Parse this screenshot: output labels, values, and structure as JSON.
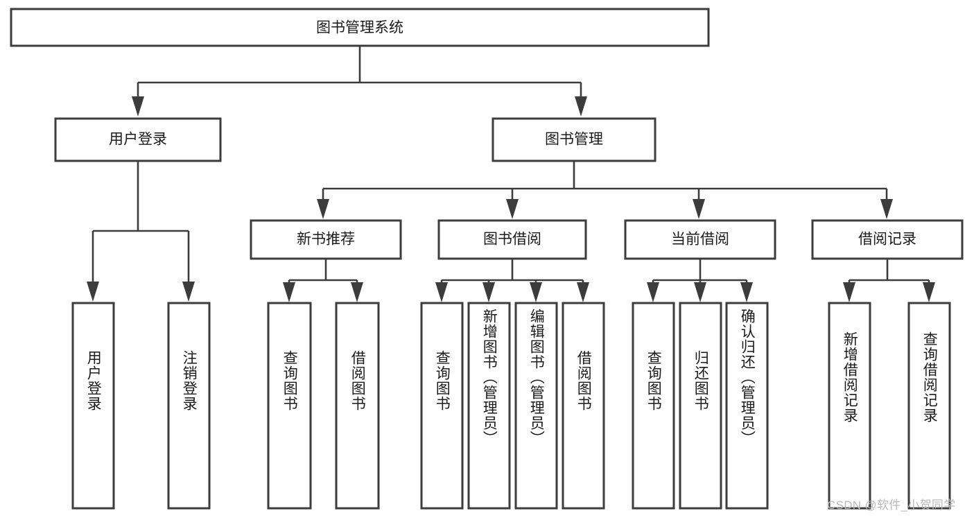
{
  "diagram": {
    "title": "图书管理系统",
    "watermark": "CSDN @软件_小贺同学",
    "colors": {
      "stroke": "#3c3c3c",
      "fill": "#ffffff",
      "text": "#1a1a1a",
      "watermark": "#b9b9b9"
    },
    "root": {
      "label": "图书管理系统"
    },
    "level2": [
      {
        "label": "用户登录"
      },
      {
        "label": "图书管理"
      }
    ],
    "level3": [
      {
        "label": "新书推荐"
      },
      {
        "label": "图书借阅"
      },
      {
        "label": "当前借阅"
      },
      {
        "label": "借阅记录"
      }
    ],
    "leaves": {
      "user_login": [
        {
          "label": "用户登录"
        },
        {
          "label": "注销登录"
        }
      ],
      "new_book_recommend": [
        {
          "label": "查询图书"
        },
        {
          "label": "借阅图书"
        }
      ],
      "book_borrow": [
        {
          "label": "查询图书"
        },
        {
          "label": "新增图书（管理员）"
        },
        {
          "label": "编辑图书（管理员）"
        },
        {
          "label": "借阅图书"
        }
      ],
      "current_borrow": [
        {
          "label": "查询图书"
        },
        {
          "label": "归还图书"
        },
        {
          "label": "确认归还（管理员）"
        }
      ],
      "borrow_records": [
        {
          "label": "新增借阅记录"
        },
        {
          "label": "查询借阅记录"
        }
      ]
    }
  },
  "chart_data": {
    "type": "table",
    "title": "图书管理系统",
    "nodes": [
      {
        "id": "root",
        "label": "图书管理系统",
        "level": 0,
        "parent": null
      },
      {
        "id": "user-login",
        "label": "用户登录",
        "level": 1,
        "parent": "root"
      },
      {
        "id": "book-manage",
        "label": "图书管理",
        "level": 1,
        "parent": "root"
      },
      {
        "id": "new-book",
        "label": "新书推荐",
        "level": 2,
        "parent": "book-manage"
      },
      {
        "id": "book-borrow",
        "label": "图书借阅",
        "level": 2,
        "parent": "book-manage"
      },
      {
        "id": "current-borrow",
        "label": "当前借阅",
        "level": 2,
        "parent": "book-manage"
      },
      {
        "id": "borrow-record",
        "label": "借阅记录",
        "level": 2,
        "parent": "book-manage"
      },
      {
        "id": "l-user-login",
        "label": "用户登录",
        "level": 2,
        "parent": "user-login"
      },
      {
        "id": "l-logout",
        "label": "注销登录",
        "level": 2,
        "parent": "user-login"
      },
      {
        "id": "l-nb-query",
        "label": "查询图书",
        "level": 3,
        "parent": "new-book"
      },
      {
        "id": "l-nb-borrow",
        "label": "借阅图书",
        "level": 3,
        "parent": "new-book"
      },
      {
        "id": "l-bb-query",
        "label": "查询图书",
        "level": 3,
        "parent": "book-borrow"
      },
      {
        "id": "l-bb-add",
        "label": "新增图书（管理员）",
        "level": 3,
        "parent": "book-borrow"
      },
      {
        "id": "l-bb-edit",
        "label": "编辑图书（管理员）",
        "level": 3,
        "parent": "book-borrow"
      },
      {
        "id": "l-bb-borrow",
        "label": "借阅图书",
        "level": 3,
        "parent": "book-borrow"
      },
      {
        "id": "l-cb-query",
        "label": "查询图书",
        "level": 3,
        "parent": "current-borrow"
      },
      {
        "id": "l-cb-return",
        "label": "归还图书",
        "level": 3,
        "parent": "current-borrow"
      },
      {
        "id": "l-cb-confirm",
        "label": "确认归还（管理员）",
        "level": 3,
        "parent": "current-borrow"
      },
      {
        "id": "l-br-add",
        "label": "新增借阅记录",
        "level": 3,
        "parent": "borrow-record"
      },
      {
        "id": "l-br-query",
        "label": "查询借阅记录",
        "level": 3,
        "parent": "borrow-record"
      }
    ]
  }
}
